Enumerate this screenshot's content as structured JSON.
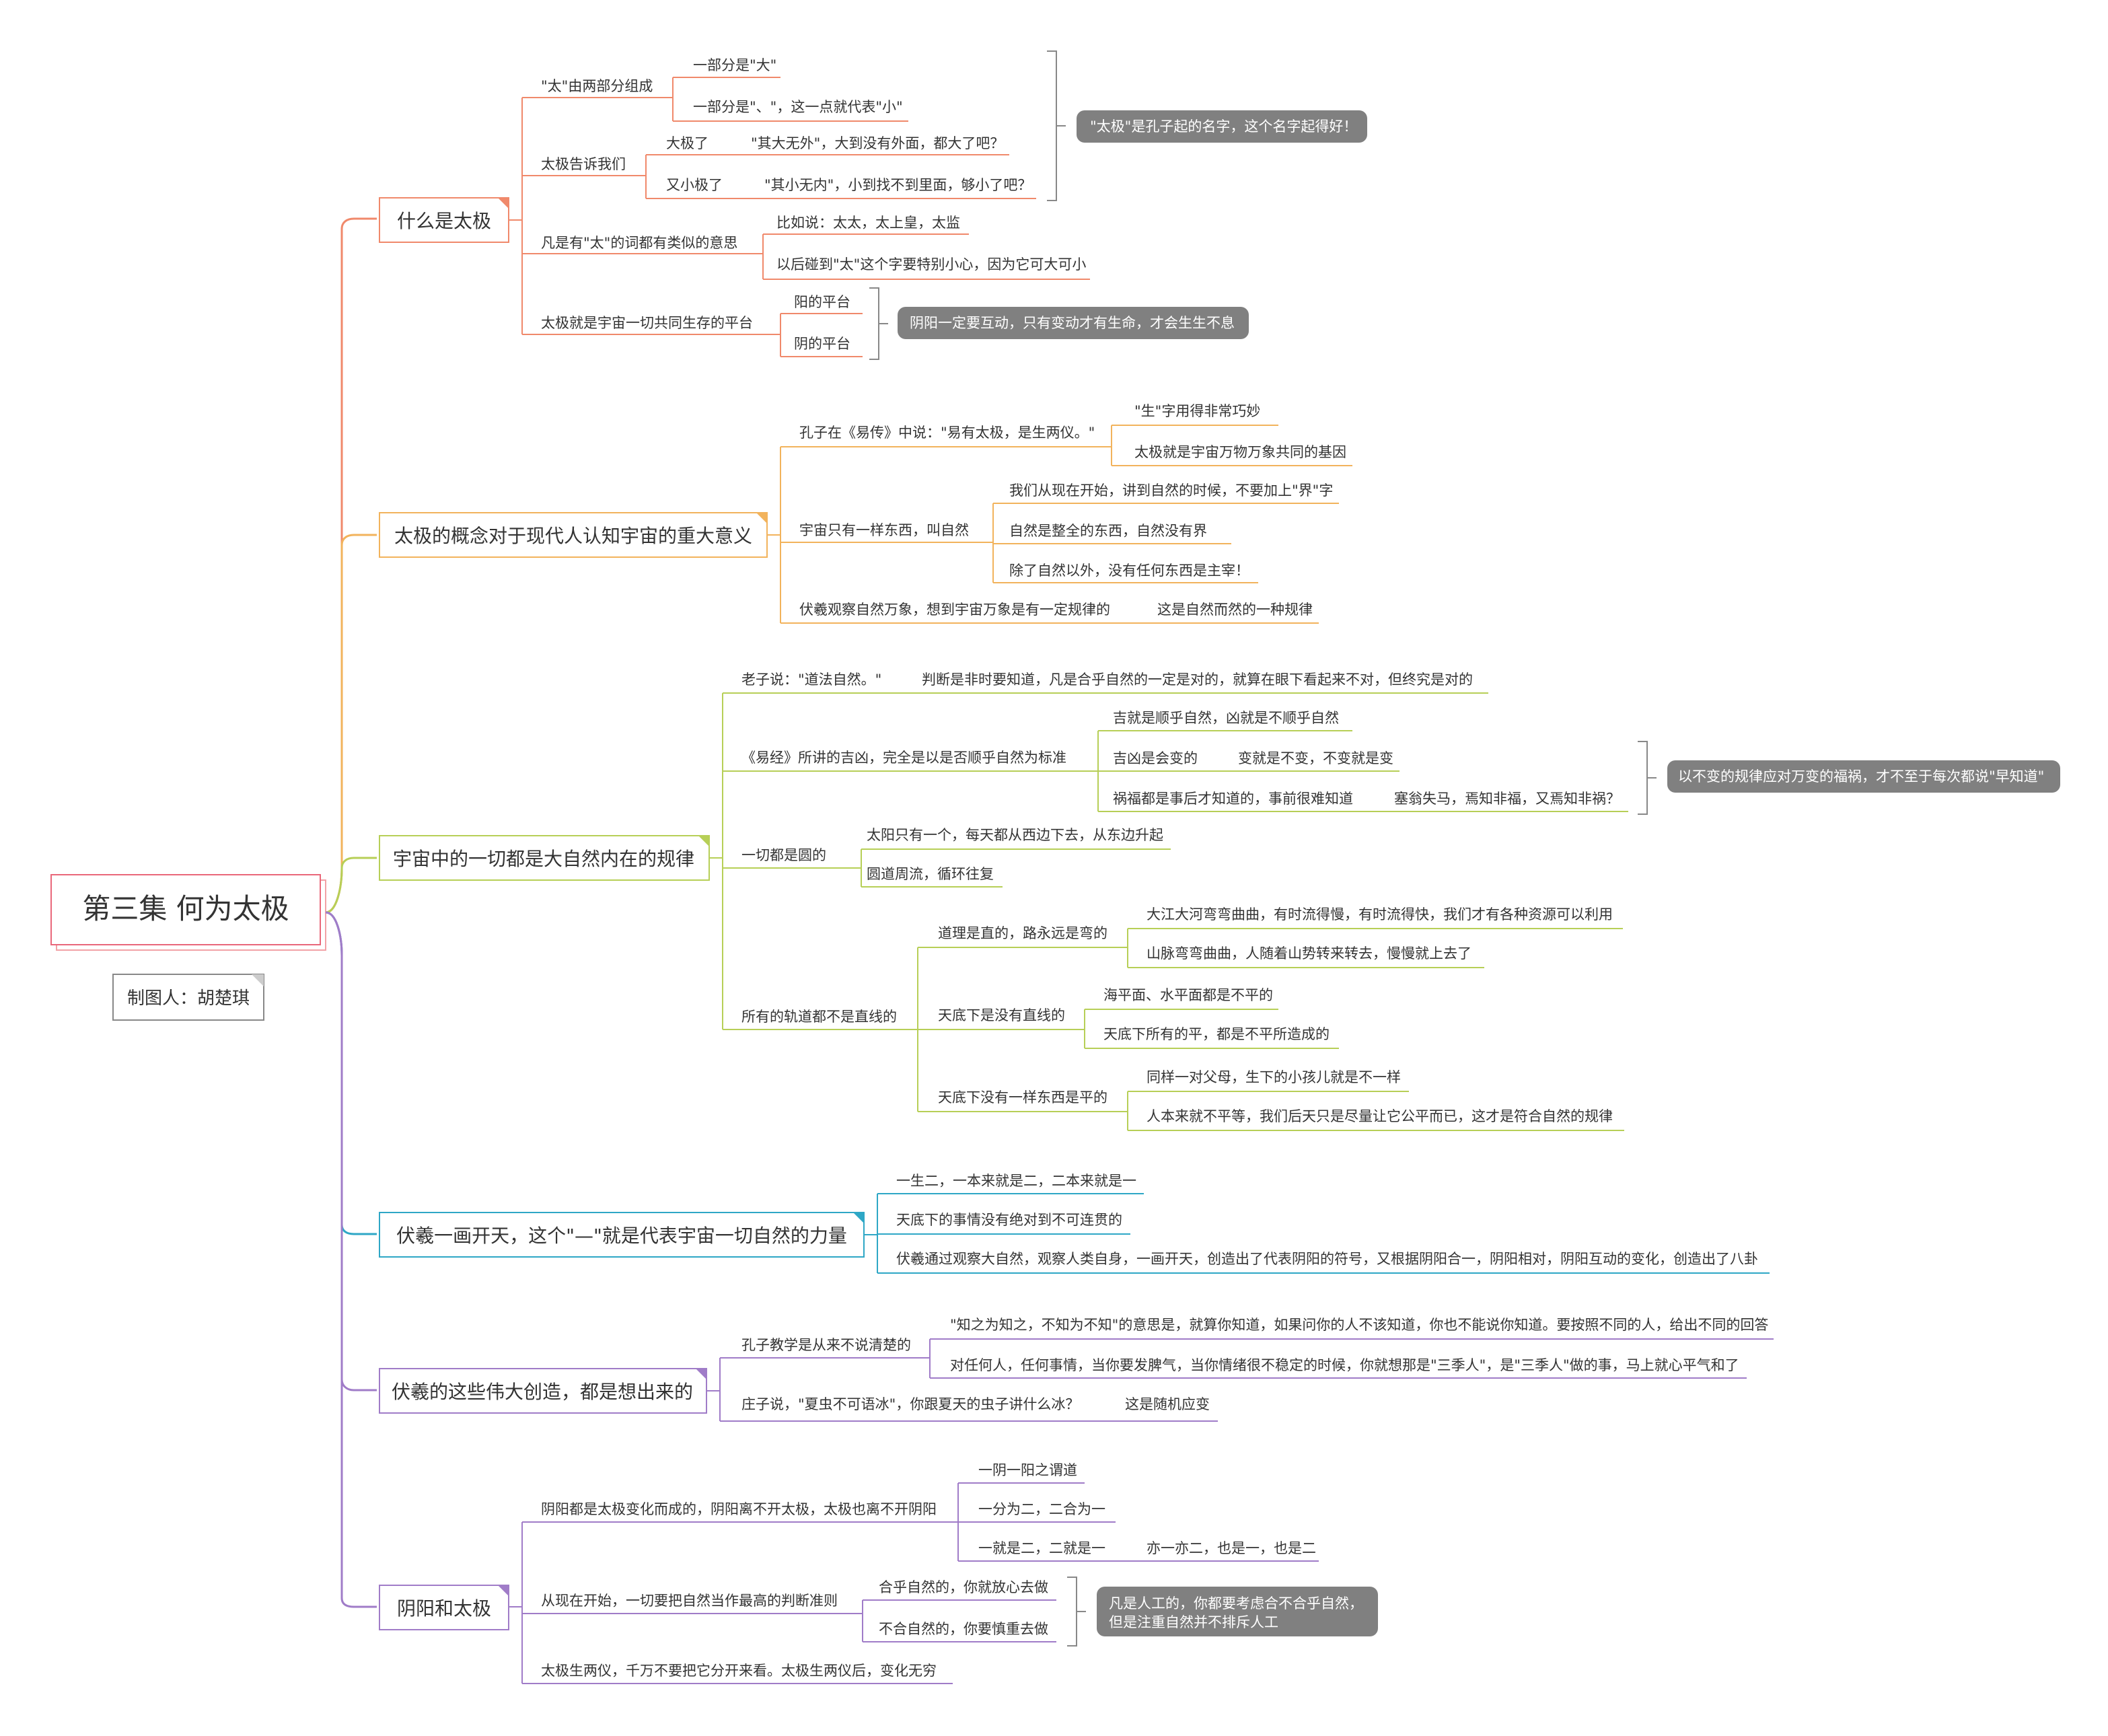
{
  "root": {
    "title": "第三集  何为太极",
    "author": "制图人：胡楚琪"
  },
  "colors": {
    "orange": "#f0896b",
    "yellow": "#f2b35c",
    "green": "#b7cf57",
    "teal": "#2ea7c6",
    "purple": "#a07cc8",
    "note_bg": "#808080"
  },
  "b1": {
    "title": "什么是太极",
    "s1": {
      "label": "\"太\"由两部分组成",
      "c1": "一部分是\"大\"",
      "c2": "一部分是\"、\"，这一点就代表\"小\""
    },
    "s2": {
      "label": "太极告诉我们",
      "c1": "大极了",
      "c1a": "\"其大无外\"，大到没有外面，都大了吧？",
      "c2": "又小极了",
      "c2a": "\"其小无内\"，小到找不到里面，够小了吧？"
    },
    "s3": {
      "label": "凡是有\"太\"的词都有类似的意思",
      "c1": "比如说：太太，太上皇，太监",
      "c2": "以后碰到\"太\"这个字要特别小心，因为它可大可小"
    },
    "s4": {
      "label": "太极就是宇宙一切共同生存的平台",
      "c1": "阳的平台",
      "c2": "阴的平台"
    },
    "note1": "\"太极\"是孔子起的名字，这个名字起得好！",
    "note2": "阴阳一定要互动，只有变动才有生命，才会生生不息"
  },
  "b2": {
    "title": "太极的概念对于现代人认知宇宙的重大意义",
    "s1": {
      "label": "孔子在《易传》中说：\"易有太极，是生两仪。\"",
      "c1": "\"生\"字用得非常巧妙",
      "c2": "太极就是宇宙万物万象共同的基因"
    },
    "s2": {
      "label": "宇宙只有一样东西，叫自然",
      "c1": "我们从现在开始，讲到自然的时候，不要加上\"界\"字",
      "c2": "自然是整全的东西，自然没有界",
      "c3": "除了自然以外，没有任何东西是主宰！"
    },
    "s3": {
      "label": "伏羲观察自然万象，想到宇宙万象是有一定规律的",
      "c1": "这是自然而然的一种规律"
    }
  },
  "b3": {
    "title": "宇宙中的一切都是大自然内在的规律",
    "s1": {
      "label": "老子说：\"道法自然。\"",
      "c1": "判断是非时要知道，凡是合乎自然的一定是对的，就算在眼下看起来不对，但终究是对的"
    },
    "s2": {
      "label": "《易经》所讲的吉凶，完全是以是否顺乎自然为标准",
      "c1": "吉就是顺乎自然，凶就是不顺乎自然",
      "c2": "吉凶是会变的",
      "c2a": "变就是不变，不变就是变",
      "c3": "祸福都是事后才知道的，事前很难知道",
      "c3a": "塞翁失马，焉知非福，又焉知非祸？",
      "note": "以不变的规律应对万变的福祸，才不至于每次都说\"早知道\""
    },
    "s3": {
      "label": "一切都是圆的",
      "c1": "太阳只有一个，每天都从西边下去，从东边升起",
      "c2": "圆道周流，循环往复"
    },
    "s4": {
      "label": "所有的轨道都不是直线的",
      "g1": {
        "label": "道理是直的，路永远是弯的",
        "c1": "大江大河弯弯曲曲，有时流得慢，有时流得快，我们才有各种资源可以利用",
        "c2": "山脉弯弯曲曲，人随着山势转来转去，慢慢就上去了"
      },
      "g2": {
        "label": "天底下是没有直线的",
        "c1": "海平面、水平面都是不平的",
        "c2": "天底下所有的平，都是不平所造成的"
      },
      "g3": {
        "label": "天底下没有一样东西是平的",
        "c1": "同样一对父母，生下的小孩儿就是不一样",
        "c2": "人本来就不平等，我们后天只是尽量让它公平而已，这才是符合自然的规律"
      }
    }
  },
  "b4": {
    "title": "伏羲一画开天，这个\"—\"就是代表宇宙一切自然的力量",
    "c1": "一生二，一本来就是二，二本来就是一",
    "c2": "天底下的事情没有绝对到不可连贯的",
    "c3": "伏羲通过观察大自然，观察人类自身，一画开天，创造出了代表阴阳的符号，又根据阴阳合一，阴阳相对，阴阳互动的变化，创造出了八卦"
  },
  "b5": {
    "title": "伏羲的这些伟大创造，都是想出来的",
    "s1": {
      "label": "孔子教学是从来不说清楚的",
      "c1": "\"知之为知之，不知为不知\"的意思是，就算你知道，如果问你的人不该知道，你也不能说你知道。要按照不同的人，给出不同的回答",
      "c2": "对任何人，任何事情，当你要发脾气，当你情绪很不稳定的时候，你就想那是\"三季人\"，是\"三季人\"做的事，马上就心平气和了"
    },
    "s2": {
      "label": "庄子说，\"夏虫不可语冰\"，你跟夏天的虫子讲什么冰？",
      "c1": "这是随机应变"
    }
  },
  "b6": {
    "title": "阴阳和太极",
    "s1": {
      "label": "阴阳都是太极变化而成的，阴阳离不开太极，太极也离不开阴阳",
      "c1": "一阴一阳之谓道",
      "c2": "一分为二，二合为一",
      "c3": "一就是二，二就是一",
      "c3a": "亦一亦二，也是一，也是二"
    },
    "s2": {
      "label": "从现在开始，一切要把自然当作最高的判断准则",
      "c1": "合乎自然的，你就放心去做",
      "c2": "不合自然的，你要慎重去做",
      "note_l1": "凡是人工的，你都要考虑合不合乎自然，",
      "note_l2": "但是注重自然并不排斥人工"
    },
    "s3": {
      "label": "太极生两仪，千万不要把它分开来看。太极生两仪后，变化无穷"
    }
  }
}
